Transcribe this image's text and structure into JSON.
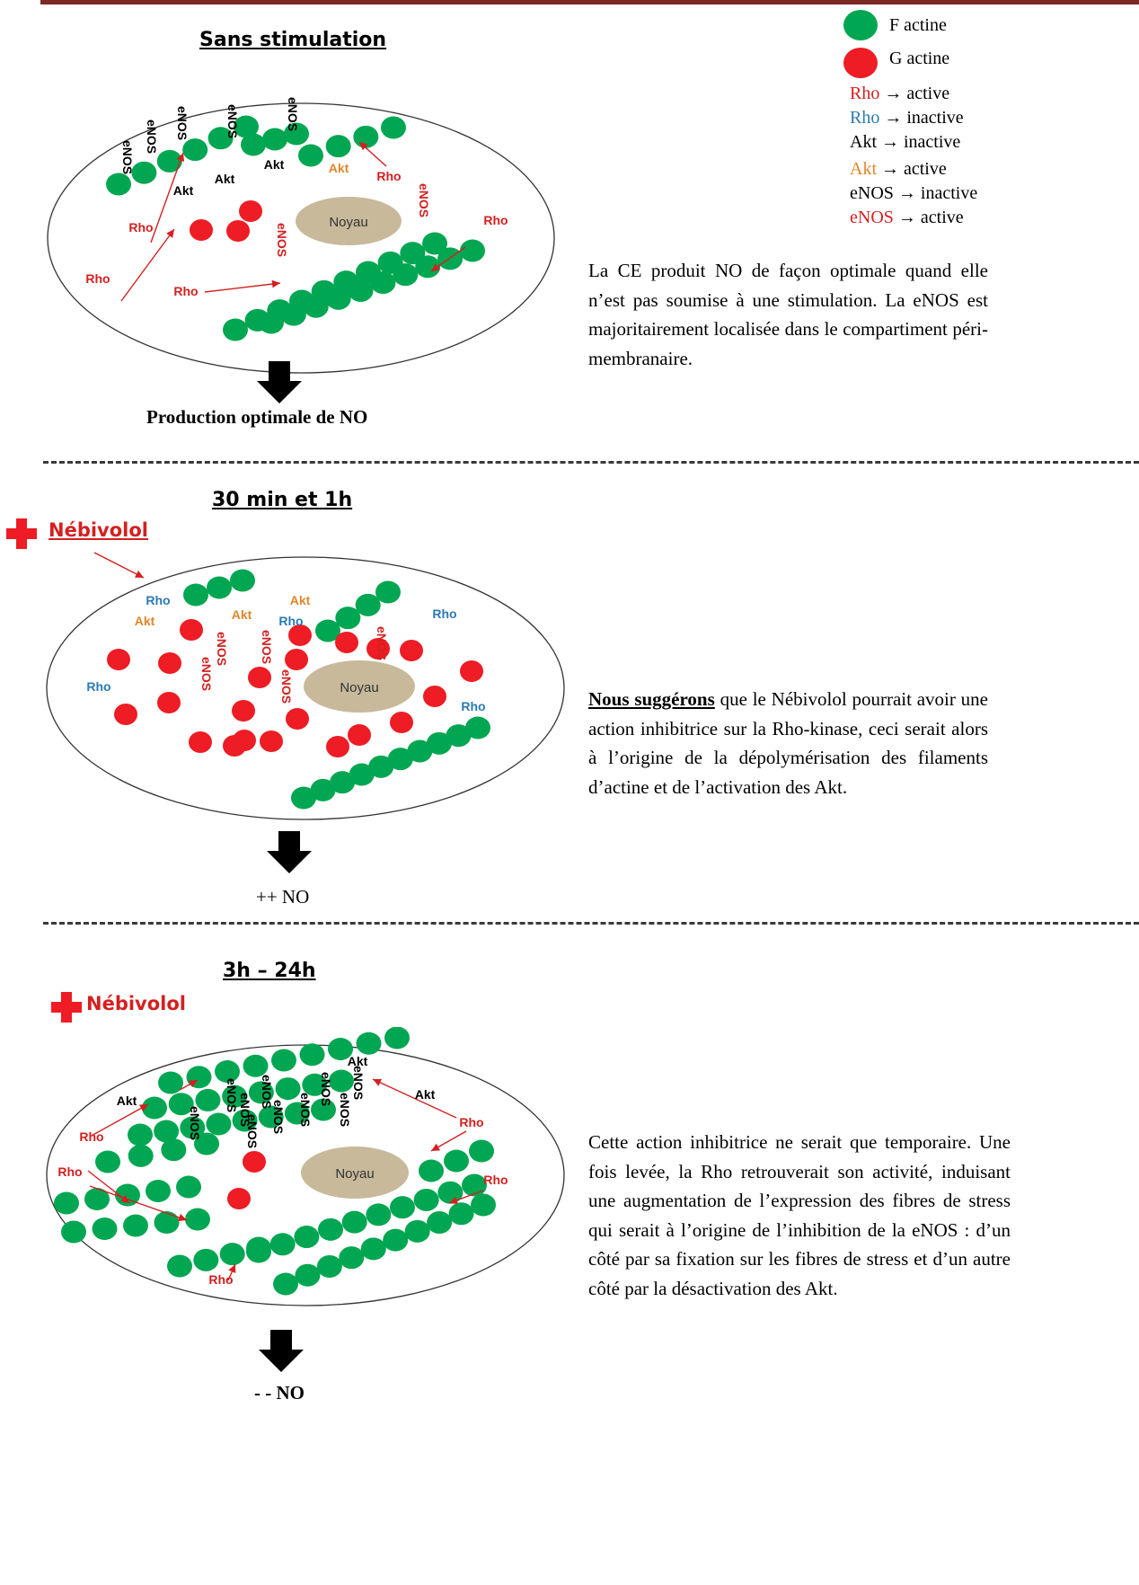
{
  "legend": {
    "f_actine": "F actine",
    "g_actine": "G actine",
    "rows": [
      {
        "name": "Rho",
        "state": "active",
        "color": "#d42020"
      },
      {
        "name": "Rho",
        "state": "inactive",
        "color": "#2a7ab5"
      },
      {
        "name": "Akt",
        "state": "inactive",
        "color": "#000000"
      },
      {
        "name": "Akt",
        "state": "active",
        "color": "#e0862b"
      },
      {
        "name": "eNOS",
        "state": "inactive",
        "color": "#000000"
      },
      {
        "name": "eNOS",
        "state": "active",
        "color": "#d42020"
      }
    ],
    "arrow": "→"
  },
  "colors": {
    "f_actin": "#00a651",
    "g_actin": "#ee1c24",
    "nucleus": "#c8b99b",
    "active_red": "#d42020",
    "inactive_blue": "#2a7ab5",
    "akt_active": "#e0862b",
    "plus_red": "#ee1c24",
    "top_bar": "#7a2a23"
  },
  "section1": {
    "title": "Sans stimulation",
    "nucleus": "Noyau",
    "output": "Production optimale de NO",
    "paragraph": "La CE produit NO de façon optimale quand elle n’est pas soumise à une stimulation. La eNOS est majoritairement localisée dans le compartiment péri-membranaire."
  },
  "section2": {
    "title": "30 min et 1h",
    "drug": "Nébivolol",
    "nucleus": "Noyau",
    "output": "++ NO",
    "paragraph_lead": "Nous suggérons",
    "paragraph_rest": " que le Nébivolol pourrait avoir une action inhibitrice sur la Rho-kinase, ceci serait alors à l’origine de la dépolymérisation des filaments d’actine et de l’activation des Akt."
  },
  "section3": {
    "title": "3h – 24h",
    "drug": "Nébivolol",
    "nucleus": "Noyau",
    "output": "- - NO",
    "paragraph": "Cette action inhibitrice ne serait que temporaire. Une fois levée, la Rho retrouverait son activité, induisant une augmentation de l’expression des fibres de stress qui serait à l’origine de l’inhibition de la eNOS : d’un côté par sa fixation sur les fibres de stress et d’un autre côté par la désactivation des Akt."
  },
  "labels": {
    "rho": "Rho",
    "akt": "Akt",
    "enos": "eNOS"
  }
}
